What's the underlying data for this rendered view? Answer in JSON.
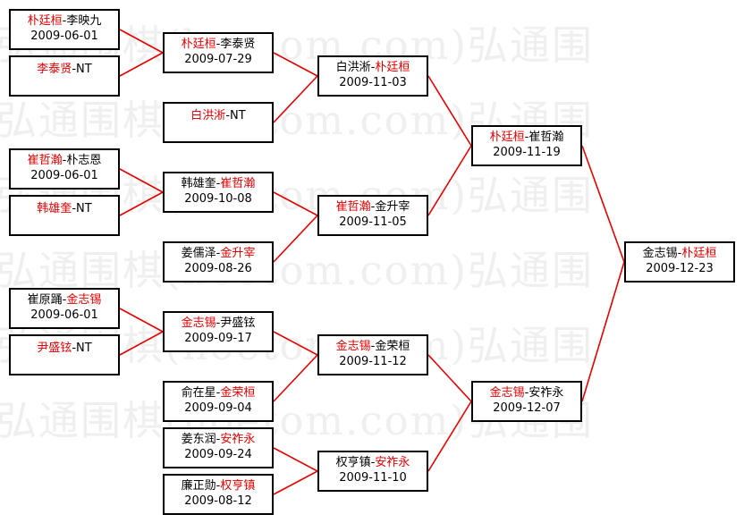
{
  "watermark": {
    "lines": [
      "弘通围棋(hoetom.com)弘通围",
      "弘通围棋(hoetom.com)弘通围",
      "弘通围棋(hoetom.com)弘通围",
      "弘通围棋(hoetom.com)弘通围",
      "弘通围棋(hoetom.com)弘通围",
      "弘通围棋(hoetom.com)弘通围"
    ]
  },
  "colors": {
    "winner": "#e00000",
    "connector": "#e00000",
    "text": "#000000",
    "border": "#000000"
  },
  "matches": [
    {
      "id": "r1-1",
      "p1": "朴廷桓",
      "p2": "李映九",
      "winner": 1,
      "date": "2009-06-01"
    },
    {
      "id": "r1-2",
      "p1": "李泰贤",
      "p2": "NT",
      "winner": 1,
      "date": ""
    },
    {
      "id": "r1-3",
      "p1": "崔哲瀚",
      "p2": "朴志恩",
      "winner": 1,
      "date": "2009-06-01"
    },
    {
      "id": "r1-4",
      "p1": "韩雄奎",
      "p2": "NT",
      "winner": 1,
      "date": ""
    },
    {
      "id": "r1-5",
      "p1": "崔原踊",
      "p2": "金志锡",
      "winner": 2,
      "date": "2009-06-01"
    },
    {
      "id": "r1-6",
      "p1": "尹盛铉",
      "p2": "NT",
      "winner": 1,
      "date": ""
    },
    {
      "id": "r2-1",
      "p1": "朴廷桓",
      "p2": "李泰贤",
      "winner": 1,
      "date": "2009-07-29"
    },
    {
      "id": "r2-2",
      "p1": "白洪淅",
      "p2": "NT",
      "winner": 1,
      "date": ""
    },
    {
      "id": "r2-3",
      "p1": "韩雄奎",
      "p2": "崔哲瀚",
      "winner": 2,
      "date": "2009-10-08"
    },
    {
      "id": "r2-4",
      "p1": "姜儒泽",
      "p2": "金升宰",
      "winner": 2,
      "date": "2009-08-26"
    },
    {
      "id": "r2-5",
      "p1": "金志锡",
      "p2": "尹盛铉",
      "winner": 1,
      "date": "2009-09-17"
    },
    {
      "id": "r2-6",
      "p1": "俞在星",
      "p2": "金荣桓",
      "winner": 2,
      "date": "2009-09-04"
    },
    {
      "id": "r2-7",
      "p1": "姜东润",
      "p2": "安祚永",
      "winner": 2,
      "date": "2009-09-24"
    },
    {
      "id": "r2-8",
      "p1": "廉正勋",
      "p2": "权亨镇",
      "winner": 2,
      "date": "2009-08-12"
    },
    {
      "id": "r3-1",
      "p1": "白洪淅",
      "p2": "朴廷桓",
      "winner": 2,
      "date": "2009-11-03"
    },
    {
      "id": "r3-2",
      "p1": "崔哲瀚",
      "p2": "金升宰",
      "winner": 1,
      "date": "2009-11-05"
    },
    {
      "id": "r3-3",
      "p1": "金志锡",
      "p2": "金荣桓",
      "winner": 1,
      "date": "2009-11-12"
    },
    {
      "id": "r3-4",
      "p1": "权亨镇",
      "p2": "安祚永",
      "winner": 2,
      "date": "2009-11-10"
    },
    {
      "id": "r4-1",
      "p1": "朴廷桓",
      "p2": "崔哲瀚",
      "winner": 1,
      "date": "2009-11-19"
    },
    {
      "id": "r4-2",
      "p1": "金志锡",
      "p2": "安祚永",
      "winner": 1,
      "date": "2009-12-07"
    },
    {
      "id": "final",
      "p1": "金志锡",
      "p2": "朴廷桓",
      "winner": 2,
      "date": "2009-12-23"
    }
  ]
}
